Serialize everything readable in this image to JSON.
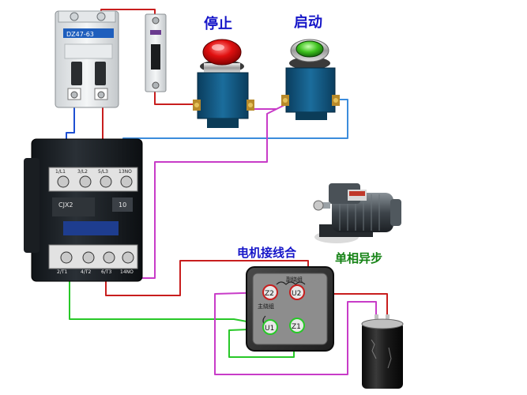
{
  "labels": {
    "stop": "停止",
    "start": "启动",
    "motor_wiring": "电机接线合",
    "single_phase_async": "单相异步"
  },
  "breaker": {
    "brand": "DZ47-63"
  },
  "contactor": {
    "model": "CJX2",
    "nameplate": "10",
    "top_terminals": [
      "1/L1",
      "3/L2",
      "5/L3",
      "13NO"
    ],
    "bottom_terminals": [
      "2/T1",
      "4/T2",
      "6/T3",
      "14NO"
    ]
  },
  "junction_box": {
    "secondary_winding": "副绕组",
    "main_winding": "主绕组",
    "terminals": [
      "Z2",
      "U2",
      "U1",
      "Z1"
    ]
  },
  "colors": {
    "label_blue": "#1515c8",
    "label_green": "#148214",
    "wire_red": "#c81e1e",
    "wire_blue": "#1e50d2",
    "wire_cyan": "#3c8cdc",
    "wire_magenta": "#c83cc8",
    "wire_green": "#28c828"
  }
}
